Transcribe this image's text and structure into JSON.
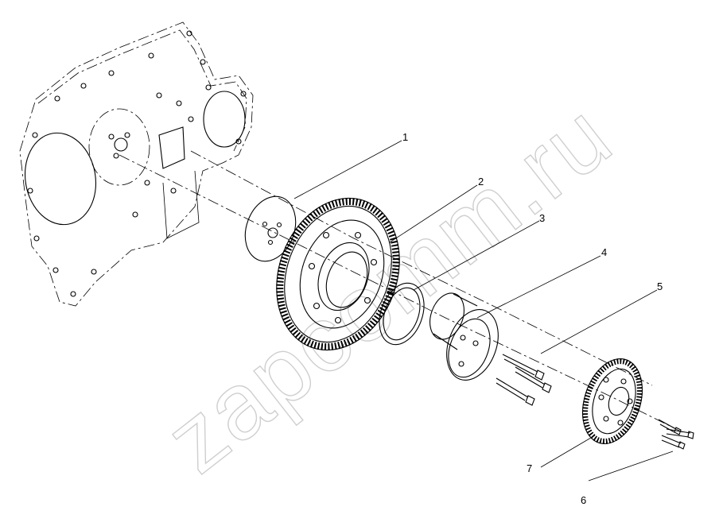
{
  "watermark": {
    "text": "zapcomm.ru"
  },
  "callouts": [
    {
      "id": "1",
      "label": "1"
    },
    {
      "id": "2",
      "label": "2"
    },
    {
      "id": "3",
      "label": "3"
    },
    {
      "id": "4",
      "label": "4"
    },
    {
      "id": "5",
      "label": "5"
    },
    {
      "id": "6",
      "label": "6"
    },
    {
      "id": "7",
      "label": "7"
    }
  ],
  "parts": [
    {
      "name": "housing-plate"
    },
    {
      "name": "thrust-washer"
    },
    {
      "name": "idler-gear"
    },
    {
      "name": "spacer-ring"
    },
    {
      "name": "hub"
    },
    {
      "name": "hub-bolts"
    },
    {
      "name": "small-bolts"
    },
    {
      "name": "small-gear"
    }
  ]
}
